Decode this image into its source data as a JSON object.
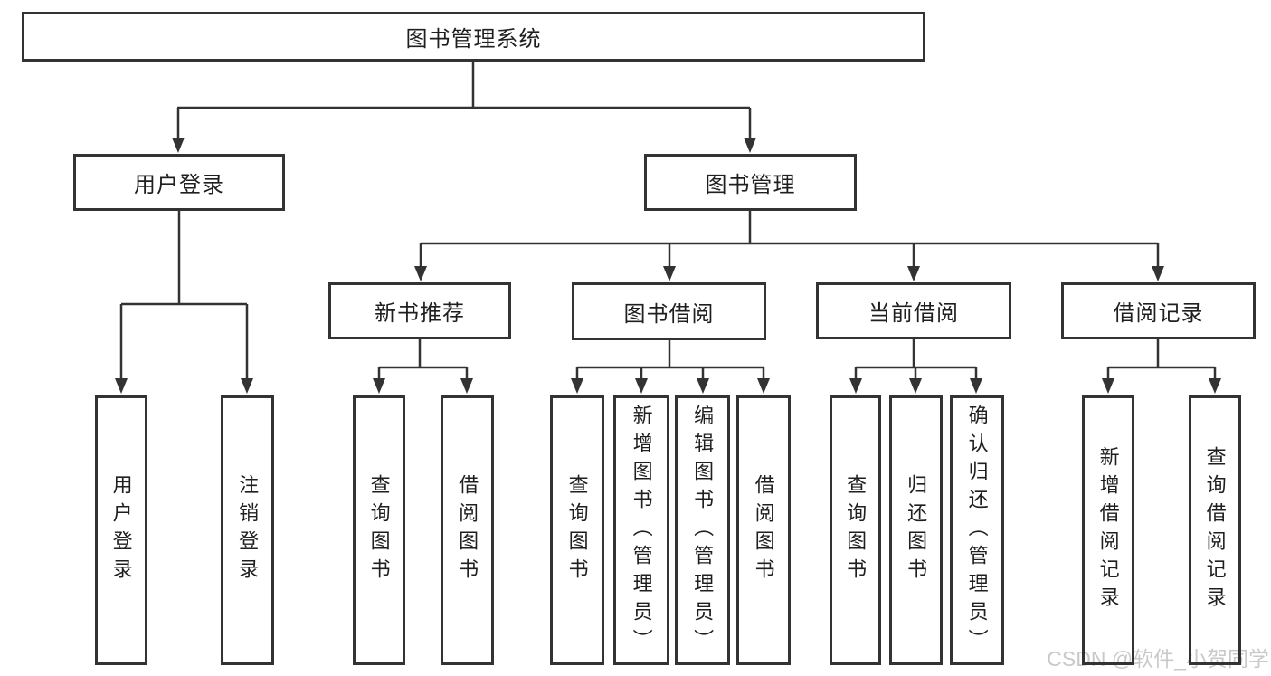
{
  "colors": {
    "line": "#333333",
    "text": "#1f1f1f",
    "watermark": "#c9c9c9",
    "background": "#ffffff"
  },
  "watermark": {
    "text": "CSDN @软件_小贺同学"
  },
  "tree": {
    "root": {
      "label": "图书管理系统",
      "children": [
        {
          "label": "用户登录",
          "children": [
            {
              "label": "用户登录"
            },
            {
              "label": "注销登录"
            }
          ]
        },
        {
          "label": "图书管理",
          "children": [
            {
              "label": "新书推荐",
              "children": [
                {
                  "label": "查询图书"
                },
                {
                  "label": "借阅图书"
                }
              ]
            },
            {
              "label": "图书借阅",
              "children": [
                {
                  "label": "查询图书"
                },
                {
                  "label": "新增图书（管理员）"
                },
                {
                  "label": "编辑图书（管理员）"
                },
                {
                  "label": "借阅图书"
                }
              ]
            },
            {
              "label": "当前借阅",
              "children": [
                {
                  "label": "查询图书"
                },
                {
                  "label": "归还图书"
                },
                {
                  "label": "确认归还（管理员）"
                }
              ]
            },
            {
              "label": "借阅记录",
              "children": [
                {
                  "label": "新增借阅记录"
                },
                {
                  "label": "查询借阅记录"
                }
              ]
            }
          ]
        }
      ]
    }
  }
}
